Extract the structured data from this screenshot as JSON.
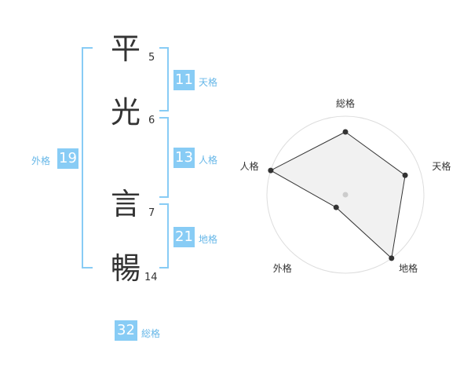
{
  "name": {
    "chars": [
      {
        "char": "平",
        "strokes": "5"
      },
      {
        "char": "光",
        "strokes": "6"
      },
      {
        "char": "言",
        "strokes": "7"
      },
      {
        "char": "暢",
        "strokes": "14"
      }
    ]
  },
  "fortunes": {
    "tenkaku": {
      "value": "11",
      "label": "天格"
    },
    "jinkaku": {
      "value": "13",
      "label": "人格"
    },
    "chikaku": {
      "value": "21",
      "label": "地格"
    },
    "gaikaku": {
      "value": "19",
      "label": "外格"
    },
    "soukaku": {
      "value": "32",
      "label": "総格"
    }
  },
  "chart_data": {
    "type": "radar",
    "axes": [
      "総格",
      "天格",
      "地格",
      "外格",
      "人格"
    ],
    "values": [
      4,
      4,
      5,
      1,
      5
    ],
    "max": 5,
    "grid_levels": 5,
    "colors": {
      "fill": "#eeeeee",
      "grid": "#dddddd",
      "line": "#333333",
      "center": "#cccccc"
    }
  }
}
